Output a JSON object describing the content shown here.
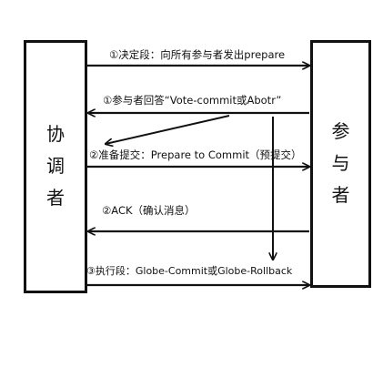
{
  "coordinator": [
    "协",
    "调",
    "者"
  ],
  "participant": [
    "参",
    "与",
    "者"
  ],
  "messages": [
    {
      "label": "①决定段：向所有参与者发出prepare",
      "direction": "to-participant"
    },
    {
      "label": "①参与者回答“Vote-commit或Abotr”",
      "direction": "to-coordinator"
    },
    {
      "label": "②准备提交：Prepare to Commit（预提交）",
      "direction": "to-participant"
    },
    {
      "label": "②ACK（确认消息）",
      "direction": "to-coordinator"
    },
    {
      "label": "③执行段：Globe-Commit或Globe-Rollback",
      "direction": "to-participant"
    }
  ]
}
